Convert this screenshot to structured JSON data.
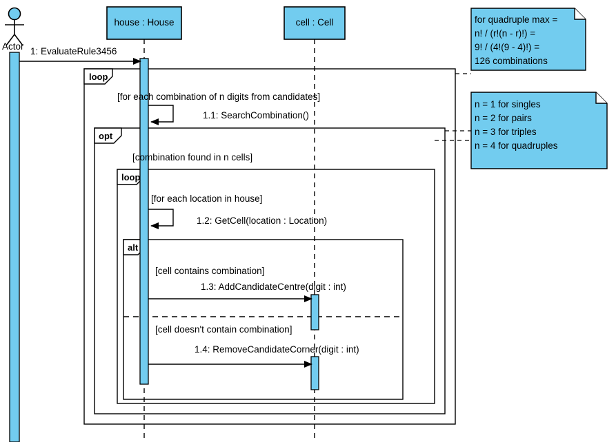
{
  "diagram": {
    "kind": "uml-sequence-diagram",
    "colors": {
      "lifeline_fill": "#72CCEF",
      "activation_fill": "#72CCEF",
      "note_fill": "#72CCEF",
      "stroke": "#000000",
      "background": "#FFFFFF"
    },
    "actor": {
      "name": "Actor"
    },
    "lifelines": [
      {
        "label": "house : House"
      },
      {
        "label": "cell : Cell"
      }
    ],
    "messages": [
      {
        "text": "1: EvaluateRule3456"
      },
      {
        "text": "1.1: SearchCombination()"
      },
      {
        "text": "1.2: GetCell(location : Location)"
      },
      {
        "text": "1.3: AddCandidateCentre(digit : int)"
      },
      {
        "text": "1.4: RemoveCandidateCorner(digit : int)"
      }
    ],
    "fragments": [
      {
        "tag": "loop",
        "guard": "[for each combination of n digits from candidates]"
      },
      {
        "tag": "opt",
        "guard": "[combination found in n cells]"
      },
      {
        "tag": "loop",
        "guard": "[for each location in house]"
      },
      {
        "tag": "alt",
        "guard": "[cell contains combination]",
        "guard_alt": "[cell doesn't contain combination]"
      }
    ],
    "notes": [
      {
        "lines": [
          "for quadruple max =",
          "n! / (r!(n - r)!) =",
          "9! / (4!(9 - 4)!) =",
          "126 combinations"
        ]
      },
      {
        "lines": [
          "n = 1 for singles",
          "n = 2 for pairs",
          "n = 3 for triples",
          "n = 4 for quadruples"
        ]
      }
    ]
  }
}
